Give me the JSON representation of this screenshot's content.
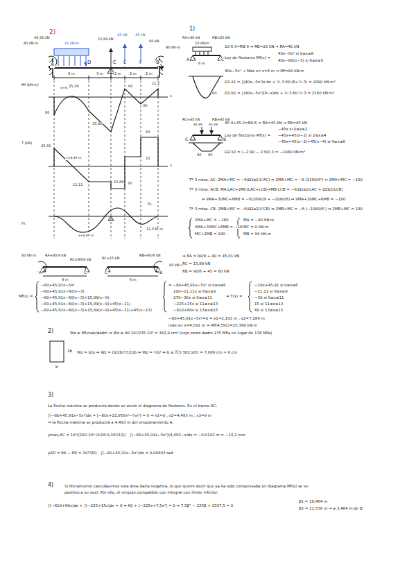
{
  "diagram": {
    "labels": [
      "2)",
      "80 kN·m",
      "45,91 kN",
      "10 kN/m",
      "15,89 kN",
      "45 kN",
      "45 kN",
      "60 kN",
      "90 kN·m",
      "A",
      "D",
      "C",
      "E",
      "F",
      "B",
      "6 m",
      "3 m",
      "2 m",
      "2 m",
      "2 m",
      "Mf (kN·m)",
      "80",
      "x=4,49 m",
      "25,39",
      "35,96",
      "60",
      "30",
      "11,2",
      "x",
      "60",
      "15",
      "T (kN)",
      "45,91",
      "x=4,49 m",
      "11,11",
      "15,89",
      "30",
      "x",
      "x=4,49 m",
      "P.I.",
      "P.I.",
      "11,536 m",
      "1)",
      "RA=40 kN",
      "RB=20 kN",
      "10 kN/m",
      "6 m",
      "10·6·3=RB·9 ⇔ RB=20 kN ⇒ RA=40 kN",
      "Ley de flectores Mf(x) =",
      "40x−5x² si 0≤x≤6",
      "40x−60(x−3) si 6≤x≤9",
      "40x−5x² → Máx en x=4 m ⇒ Mf=80 kN·m",
      "Ω1·x̄1 = ∫(40x−5x²)x dx + ½·3·60·(6+⅓·3) = 1890 kN·m³",
      "Ω1·b1 = ∫(40x−5x²)(9−x)dx + ½·3·60·⅔·3 = 2160 kN·m³",
      "A",
      "C",
      "60",
      "RC=45 kN",
      "RB=45 kN",
      "45 kN",
      "45 kN",
      "C",
      "B",
      "90",
      "90",
      "45·4+45·2=RA·6 ⇒ RA=45 kN ⇒ RB=45 kN",
      "Ley de flectores Mf(x) =",
      "−45x si 0≤x≤2",
      "−45x+45(x−2) si 2≤x≤4",
      "−45x+45(x−2)+45(x−4) si 4≤x≤6",
      "Ω2·x̄2 = (−2·90 − 2·90)·3 = −1080 kN·m³",
      "Tª 3 mtos. AC: 2MA+MC = −6(Ω1b1/L²AC) ⇔ 2MA+MC = −6·(2160/9²) ⇔ 2MA+MC = −160",
      "Tª 3 mtos. ACB: MA·LAC+2MC(LAC+LCB)+MB·LCB = −6(Ω1a1/LAC + Ω2b2/LCB)",
      "⇔ 9MA+30MC+6MB = −6(1890/9 + −1080/6) ⇔ 9MA+30MC+6MB = −180",
      "Tª 3 mtos. CB: 2MB+MC = −6(Ω2a2/L²CB) ⇔ 2MB+MC = −6·(−1080/6²) ⇔ 2MB+MC = 180",
      "2MA+MC = −160",
      "9MA+30MC+6MB = −180",
      "MC+2MB = 180",
      "MA = −80 kN·m",
      "MC = 0 kN·m",
      "MB = 90 kN·m",
      "80 kN·m",
      "RA=80/9 kN",
      "RC=80/9 kN",
      "RC=15 kN",
      "RB=90/6 kN",
      "90 kN·m",
      "9 m",
      "6 m",
      "A",
      "C",
      "C",
      "B",
      "⇒ RA = 80/9 + 40 = 45,91 kN",
      "RC = 15,89 kN",
      "RB = 90/6 + 45 = 60 kN",
      "Mf(x) =",
      "−80+45,91x−5x²",
      "−80+45,91x−60(x−3)",
      "−80+45,91x−60(x−3)+15,89(x−9)",
      "−80+45,91x−60(x−3)+15,89(x−9)+45(x−11)",
      "−80+45,91x−60(x−3)+15,89(x−9)+45(x−11)+45(x−13)",
      "= −80+45,91x−5x² si 0≤x≤6",
      "100−11,11x si 6≤x≤9",
      "270−30x si 9≤x≤11",
      "−225+15x si 11≤x≤13",
      "−810+60x si 13≤x≤15",
      "⇒ T(x) =",
      "−10x+45,91 si 0≤x≤6",
      "−11,11 si 6≤x≤9",
      "−30 si 9≤x≤11",
      "15 si 11≤x≤13",
      "60 si 13≤x≤15",
      "−80+45,91x−5x²=0 ⇒ x1=2,193 m ; x2=7,289 m",
      "máx en x=4,591 m ⇒ Mf(4,591)=25,398 kN·m",
      "2)",
      "Wz ≥ Mf,máx/σadm ⇔ Wz ≥ 90·10³/235·10⁶ = 382,9 cm³ (cojo como σadm 235 MPa en lugar de 138 MPa)",
      "2b",
      "b",
      "Wz = Iz/y ⇔ Wz = (b(2b)³/12)/b ⇔ Wz = ⅔b³ ⇔ b ≥ ∛(3·382,9/2) = 7,889 cm ≈ 8 cm",
      "3)",
      "La flecha máxima se producirá donde se anule el diagrama de flectores. En el tramo AC:",
      "∫(−80+45,91x−5x²)dx = [−80x+22,955x²−⅔x³] = 0 ⇒ x1=0 ; x2=4,493 m ; x3=9 m",
      "⇒ la flecha máxima se producirá a 4,493 m del empotramiento A.",
      "ymáx,AC = 10³/(210·10⁹·(0,08·0,16³/12)) · ∫(−80+45,91x−5x²)(4,493−x)dx = −0,0142 m = −14,2 mm",
      "yAD = θA − θD = 10³/(EI) · ∫(−80+45,91x−5x²)dx = 0,00493 rad",
      "4)",
      "Si literalmente calculásemos esta área daría negativa, lo que quiere decir que ya ha sido compensada (el diagrama Mf(x) se ve",
      "positivo a su vez). Por ello, el empuje compatible con integral con límite inferior:",
      "∫(−810+60x)dx + ∫(−225+15x)dx = 0 ⇔ 60 + [−225x+7,5x²] = 0 ⇔ 7,5β² − 225β + 1597,5 = 0",
      "β1 = 18,464 m",
      "β2 = 11,536 m ⇒ a 3,464 m de B"
    ]
  }
}
